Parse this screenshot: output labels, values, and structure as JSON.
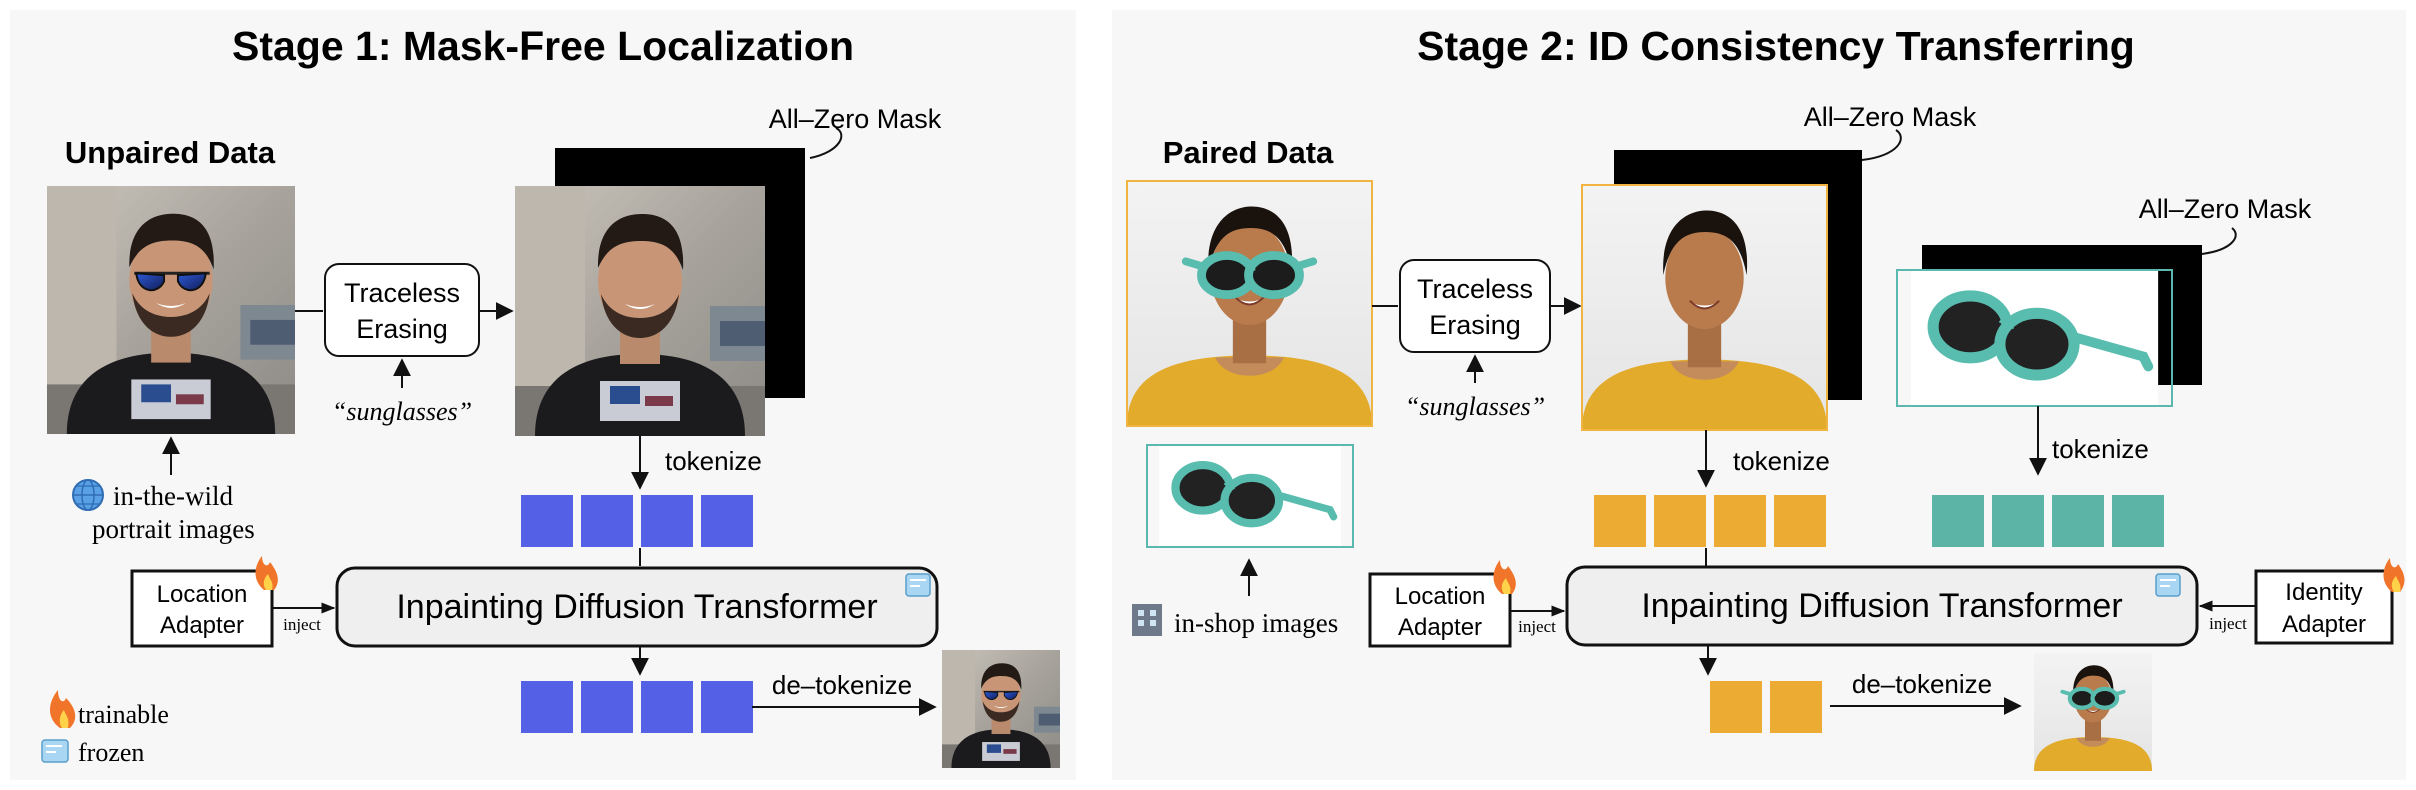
{
  "colors": {
    "panel_bg": "#f7f7f7",
    "token_blue": "#5461e6",
    "token_orange": "#ecac33",
    "token_teal": "#5bb4a6",
    "image_border_orange": "#f0b540",
    "image_border_teal": "#5bb8ae",
    "mask_black": "#000000",
    "box_fill": "#efefef",
    "fire": "#f0742a",
    "ice": "#a9d6f2"
  },
  "stage1": {
    "title": "Stage 1: Mask-Free Localization",
    "data_label": "Unpaired Data",
    "mask_label": "All–Zero Mask",
    "erasing_label_1": "Traceless",
    "erasing_label_2": "Erasing",
    "prompt": "“sunglasses”",
    "source_label_1": "in-the-wild",
    "source_label_2": "portrait images",
    "source_icon": "globe-icon",
    "tokenize_label": "tokenize",
    "adapter_label_1": "Location",
    "adapter_label_2": "Adapter",
    "inject_label": "inject",
    "transformer_label": "Inpainting Diffusion Transformer",
    "detokenize_label": "de–tokenize",
    "input_tokens": 4,
    "output_tokens": 4
  },
  "stage2": {
    "title": "Stage 2: ID Consistency Transferring",
    "data_label": "Paired Data",
    "mask_label_1": "All–Zero Mask",
    "mask_label_2": "All–Zero Mask",
    "erasing_label_1": "Traceless",
    "erasing_label_2": "Erasing",
    "prompt": "“sunglasses”",
    "source_label": "in-shop images",
    "source_icon": "building-icon",
    "tokenize_label_1": "tokenize",
    "tokenize_label_2": "tokenize",
    "location_adapter_1": "Location",
    "location_adapter_2": "Adapter",
    "identity_adapter_1": "Identity",
    "identity_adapter_2": "Adapter",
    "inject_label_left": "inject",
    "inject_label_right": "inject",
    "transformer_label": "Inpainting Diffusion Transformer",
    "detokenize_label": "de–tokenize",
    "person_tokens": 4,
    "product_tokens": 4,
    "output_tokens": 2
  },
  "legend": {
    "trainable_label": "trainable",
    "frozen_label": "frozen",
    "trainable_icon": "fire-icon",
    "frozen_icon": "ice-cube-icon"
  }
}
